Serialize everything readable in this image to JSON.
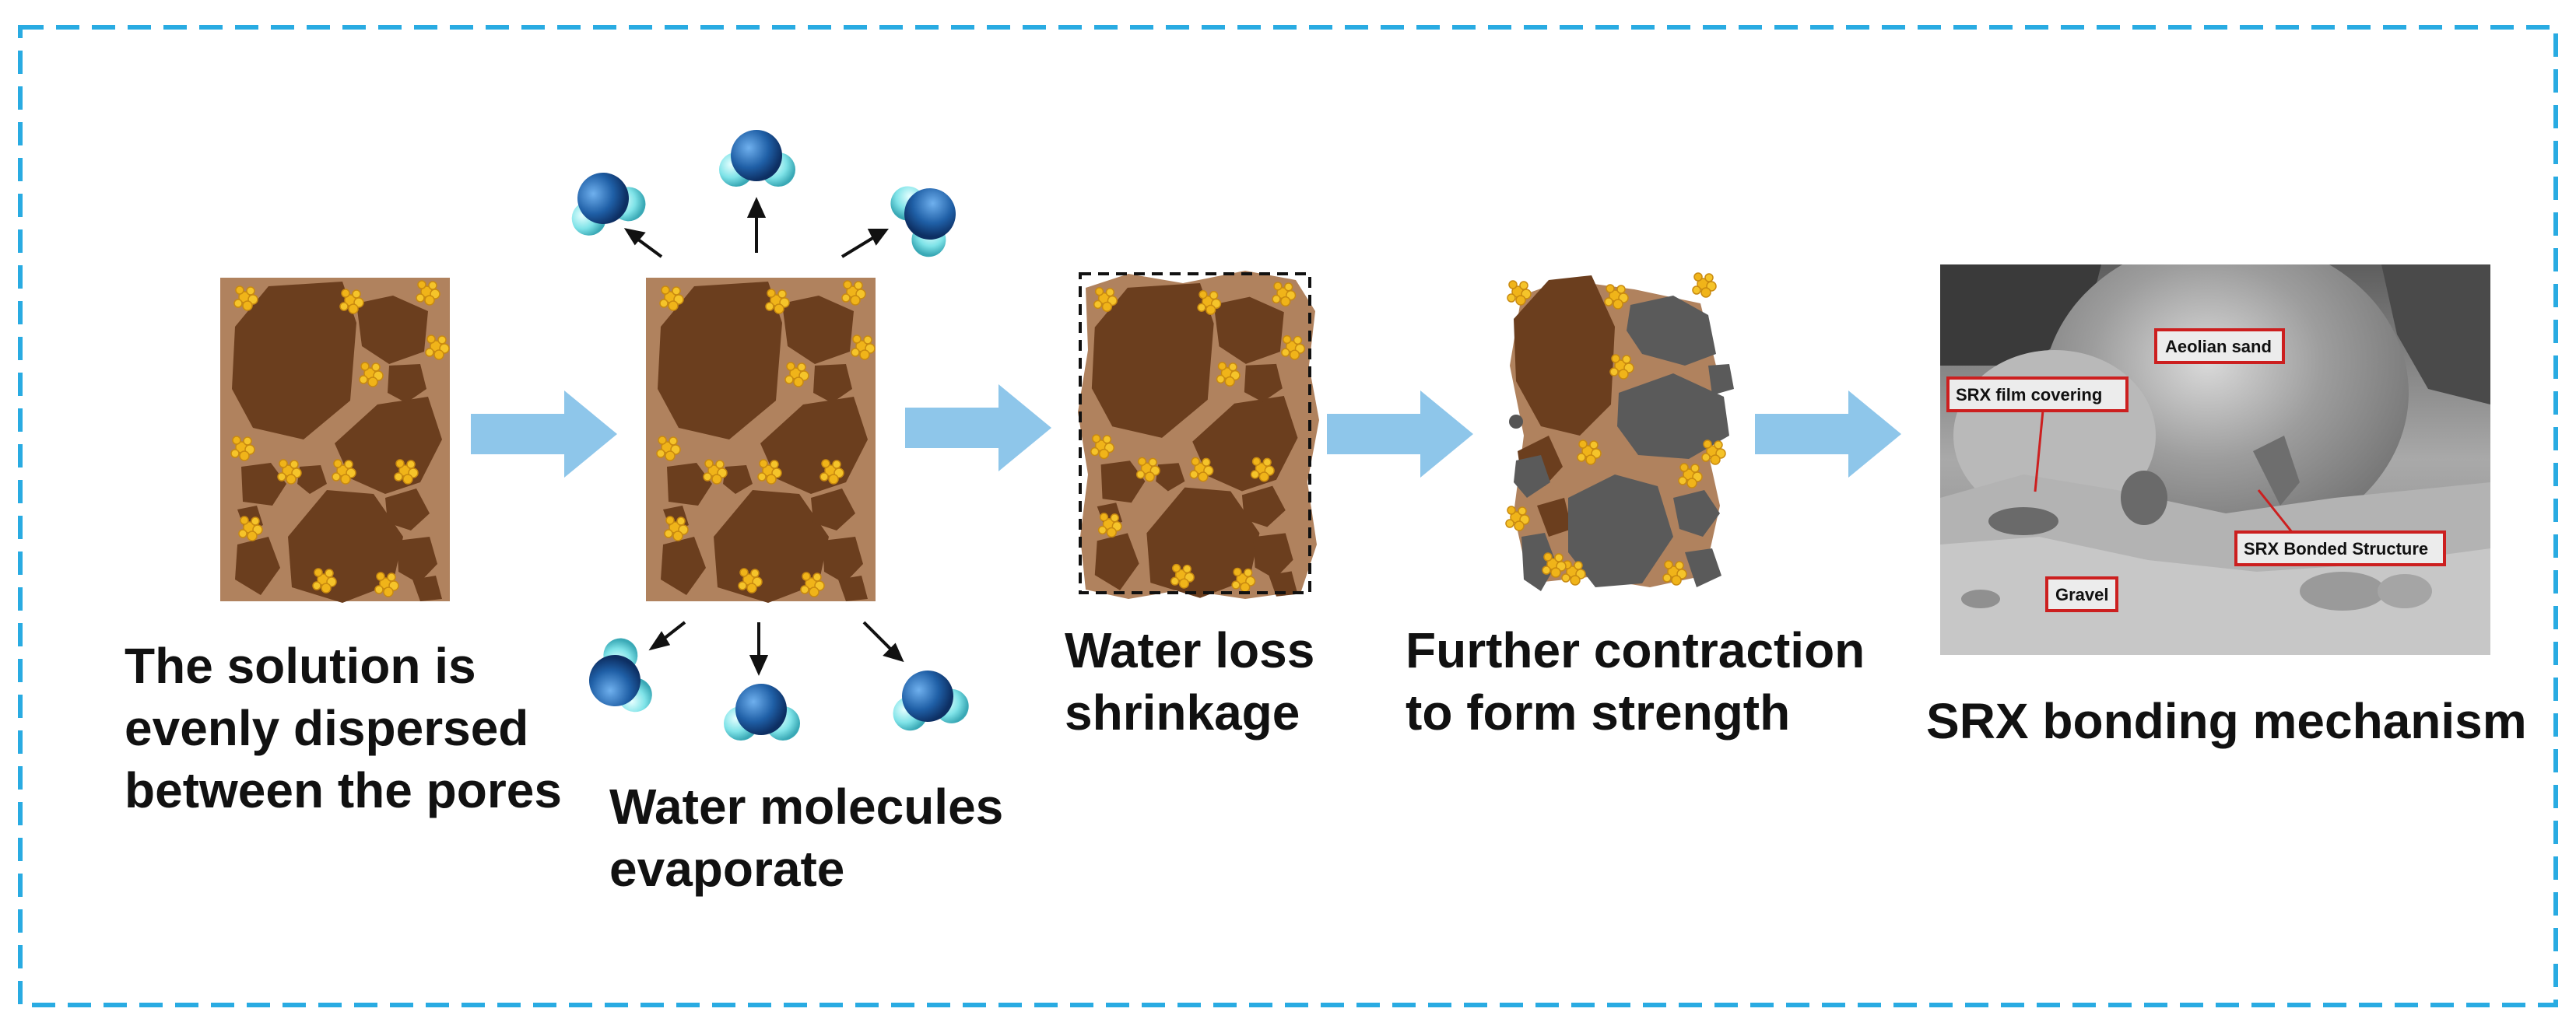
{
  "steps": [
    {
      "caption": [
        "The solution is",
        "evenly dispersed",
        "between the pores"
      ]
    },
    {
      "caption": [
        "Water molecules",
        "evaporate"
      ]
    },
    {
      "caption": [
        "Water loss",
        "shrinkage"
      ]
    },
    {
      "caption": [
        "Further contraction",
        "to form strength"
      ]
    },
    {
      "caption": [
        "SRX bonding mechanism"
      ]
    }
  ],
  "sem_labels": {
    "aeolian_sand": "Aeolian sand",
    "film_covering": "SRX film covering",
    "bonded_structure": "SRX Bonded Structure",
    "gravel": "Gravel"
  },
  "colors": {
    "frame": "#29abe2",
    "arrow": "#8ec6ea",
    "matrix": "#b0825e",
    "particle": "#6b3e1e",
    "sand": "#f0b419",
    "gravel_grey": "#5a5a5a",
    "water_dark": "#1f5fa6",
    "water_light": "#7fe3e8",
    "label_box": "#cc1f1f"
  },
  "icons": [
    "water-molecule-icon",
    "flow-arrow-icon"
  ]
}
